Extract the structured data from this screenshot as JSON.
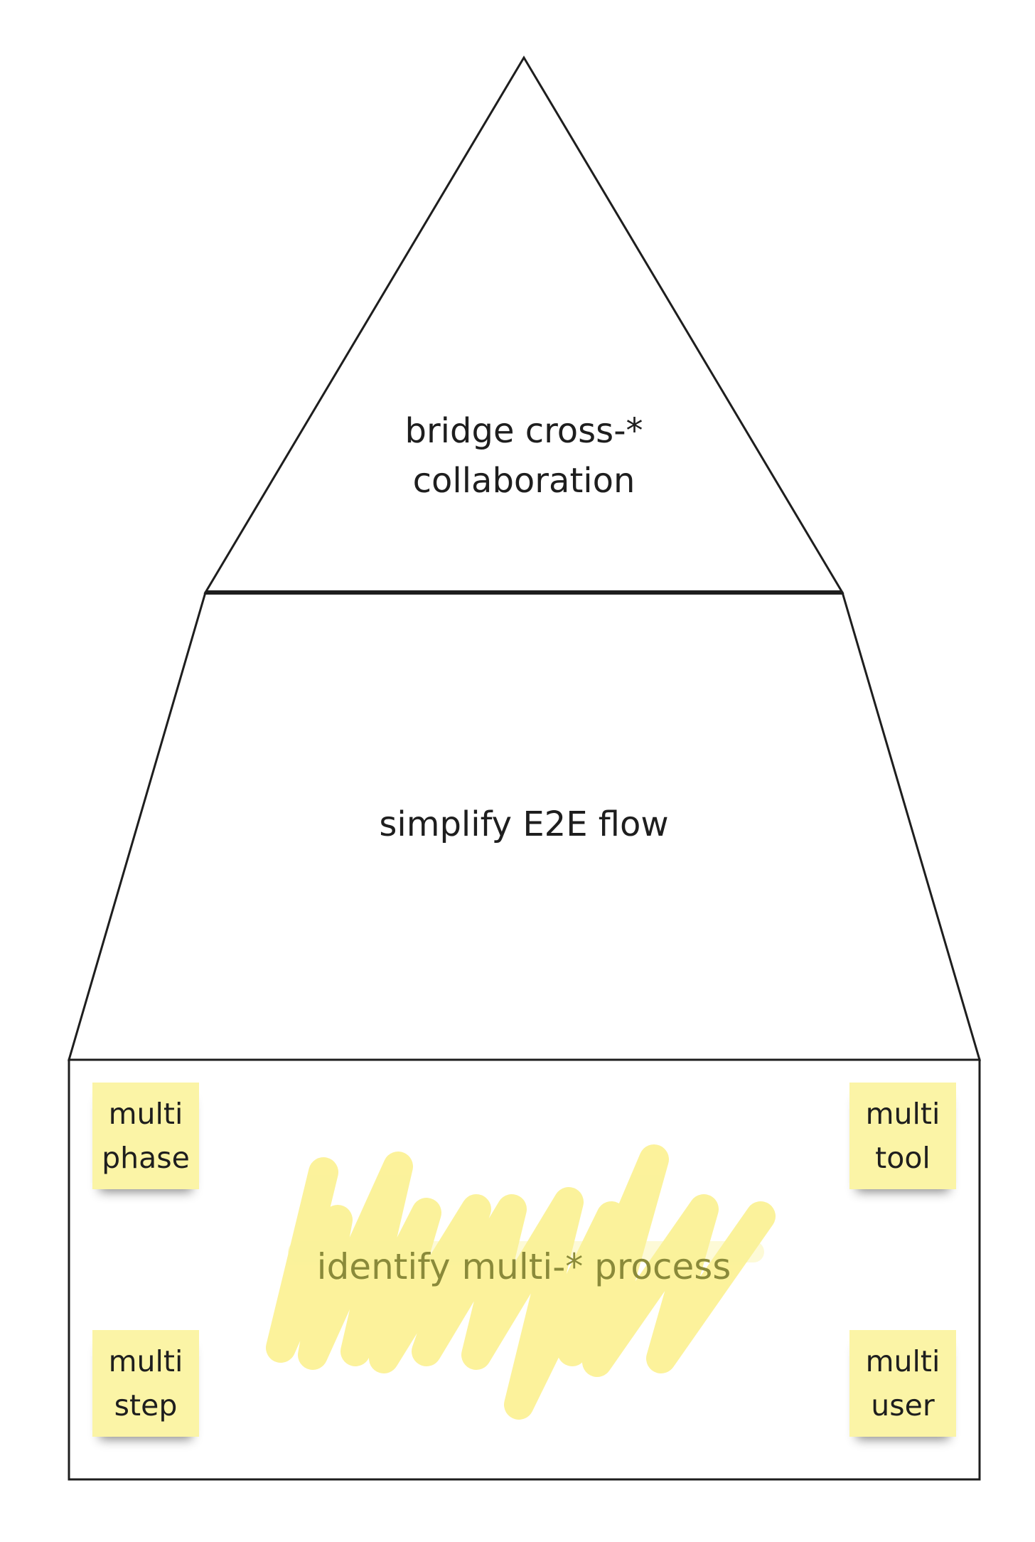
{
  "diagram": {
    "top_level": {
      "line1": "bridge cross-*",
      "line2": "collaboration"
    },
    "middle_level": {
      "label": "simplify E2E flow"
    },
    "base_level": {
      "label": "identify multi-* process",
      "highlight_color": "#fbf08a",
      "label_color": "#8a8a3a"
    },
    "sticky_notes": [
      {
        "line1": "multi",
        "line2": "phase"
      },
      {
        "line1": "multi",
        "line2": "tool"
      },
      {
        "line1": "multi",
        "line2": "step"
      },
      {
        "line1": "multi",
        "line2": "user"
      }
    ],
    "sticky_color": "#fbf4a6",
    "stroke_color": "#1e1e1e"
  }
}
